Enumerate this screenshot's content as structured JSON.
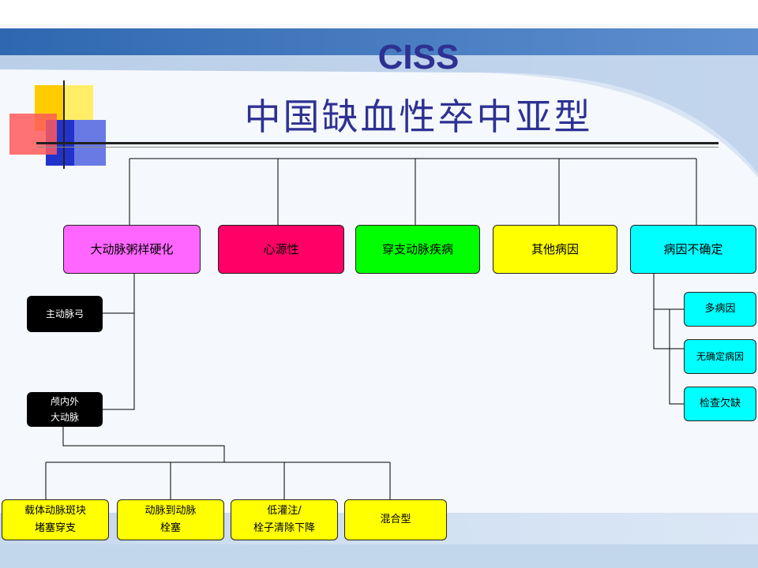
{
  "header": {
    "title_en": "CISS",
    "title_cn": "中国缺血性卒中亚型"
  },
  "colors": {
    "title": "#2e3192",
    "magenta": "#ff66ff",
    "crimson": "#ff0066",
    "green": "#00ff00",
    "yellow": "#ffff00",
    "cyan": "#00ffff",
    "black": "#000000"
  },
  "categories": [
    {
      "label": "大动脉粥样硬化",
      "color": "#ff66ff"
    },
    {
      "label": "心源性",
      "color": "#ff0066"
    },
    {
      "label": "穿支动脉疾病",
      "color": "#00ff00"
    },
    {
      "label": "其他病因",
      "color": "#ffff00"
    },
    {
      "label": "病因不确定",
      "color": "#00ffff"
    }
  ],
  "laa_children": [
    {
      "line1": "主动脉弓"
    },
    {
      "line1": "颅内外",
      "line2": "大动脉"
    }
  ],
  "mechanisms": [
    {
      "line1": "载体动脉斑块",
      "line2": "堵塞穿支"
    },
    {
      "line1": "动脉到动脉",
      "line2": "栓塞"
    },
    {
      "line1": "低灌注/",
      "line2": "栓子清除下降"
    },
    {
      "line1": "混合型"
    }
  ],
  "undetermined_children": [
    {
      "label": "多病因"
    },
    {
      "label": "无确定病因"
    },
    {
      "label": "检查欠缺"
    }
  ]
}
